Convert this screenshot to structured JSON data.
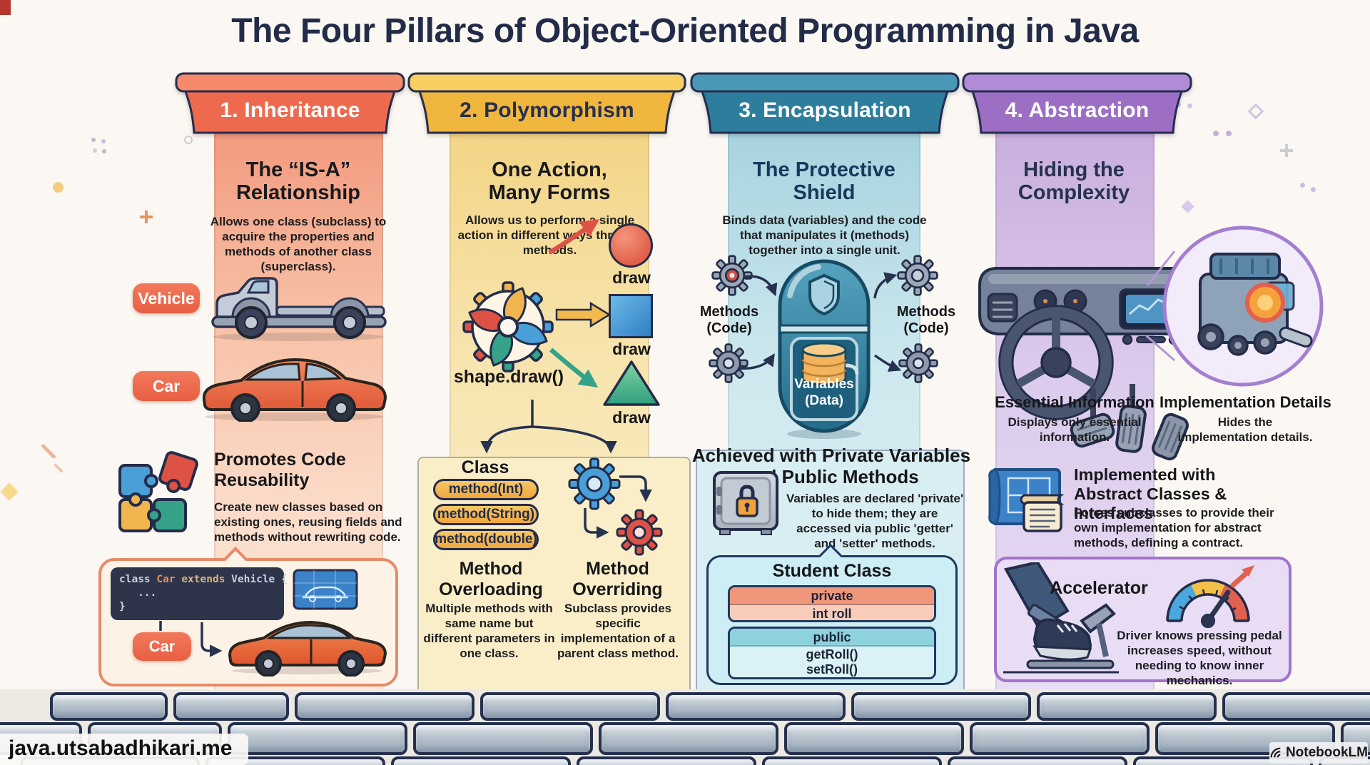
{
  "title": "The Four Pillars of Object-Oriented Programming in Java",
  "colors": {
    "inheritance_accent": "#ee6a4e",
    "polymorphism_accent": "#f0b63e",
    "encapsulation_accent": "#2d7e9d",
    "abstraction_accent": "#9c6fc4",
    "outline_navy": "#232c49",
    "background": "#fbf8f3"
  },
  "icons": {
    "pillar1": [
      "vehicle-chassis-icon",
      "sedan-car-icon",
      "puzzle-pieces-icon",
      "blueprint-icon",
      "sports-car-icon"
    ],
    "pillar2": [
      "pinwheel-gear-icon",
      "circle-shape-icon",
      "square-shape-icon",
      "triangle-shape-icon",
      "blue-gear-icon",
      "red-gear-icon"
    ],
    "pillar3": [
      "gear-icon",
      "capsule-shield-icon",
      "database-icon",
      "safe-lock-icon"
    ],
    "pillar4": [
      "dashboard-icon",
      "engine-magnifier-icon",
      "blueprint-scroll-icon",
      "foot-pedal-icon",
      "speed-gauge-icon"
    ],
    "footer": [
      "notebooklm-logo"
    ]
  },
  "pillars": [
    {
      "name": "inheritance",
      "header": "1. Inheritance",
      "heading": "The “IS-A” Relationship",
      "description": "Allows one class (subclass) to acquire the properties and methods of another class (superclass).",
      "superclass_badge": "Vehicle",
      "subclass_badge": "Car",
      "benefit_title": "Promotes Code Reusability",
      "benefit_description": "Create new classes based on existing ones, reusing fields and methods without rewriting code.",
      "code": {
        "kw_class": "class",
        "class_name": "Car",
        "kw_extends": "extends",
        "superclass": "Vehicle",
        "brace_open": "{",
        "body": "...",
        "brace_close": "}"
      },
      "code_result_badge": "Car"
    },
    {
      "name": "polymorphism",
      "header": "2. Polymorphism",
      "heading": "One Action, Many Forms",
      "description": "Allows us to perform a single action in different ways through methods.",
      "method_call": "shape.draw()",
      "draw_label_circle": "draw",
      "draw_label_square": "draw",
      "draw_label_triangle": "draw",
      "class_label": "Class",
      "method_pills": [
        "method(Int)",
        "method(String)",
        "method(double)"
      ],
      "overloading_title": "Method Overloading",
      "overloading_description": "Multiple methods with same name but different parameters in one class.",
      "overriding_title": "Method Overriding",
      "overriding_description": "Subclass provides specific implementation of a parent class method."
    },
    {
      "name": "encapsulation",
      "header": "3. Encapsulation",
      "heading": "The Protective Shield",
      "description": "Binds data (variables) and the code that manipulates it (methods) together into a single unit.",
      "methods_label": "Methods (Code)",
      "variables_label": "Variables (Data)",
      "subheading": "Achieved with Private Variables and Public Methods",
      "subdescription": "Variables are declared 'private' to hide them; they are accessed via public 'getter' and 'setter' methods.",
      "student_class": {
        "title": "Student Class",
        "private_label": "private",
        "private_member": "int roll",
        "public_label": "public",
        "public_method_1": "getRoll()",
        "public_method_2": "setRoll()"
      }
    },
    {
      "name": "abstraction",
      "header": "4. Abstraction",
      "heading": "Hiding the Complexity",
      "essential_title": "Essential Information",
      "essential_description": "Displays only essential information.",
      "implementation_title": "Implementation Details",
      "implementation_description": "Hides the implementation details.",
      "abstract_title": "Implemented with Abstract Classes & Interfaces",
      "abstract_description": "Forces subclasses to provide their own implementation for abstract methods, defining a contract.",
      "accelerator_title": "Accelerator",
      "accelerator_description": "Driver knows pressing pedal increases speed, without needing to know inner mechanics."
    }
  ],
  "footer": {
    "website": "java.utsabadhikari.me",
    "credit": "NotebookLM"
  }
}
